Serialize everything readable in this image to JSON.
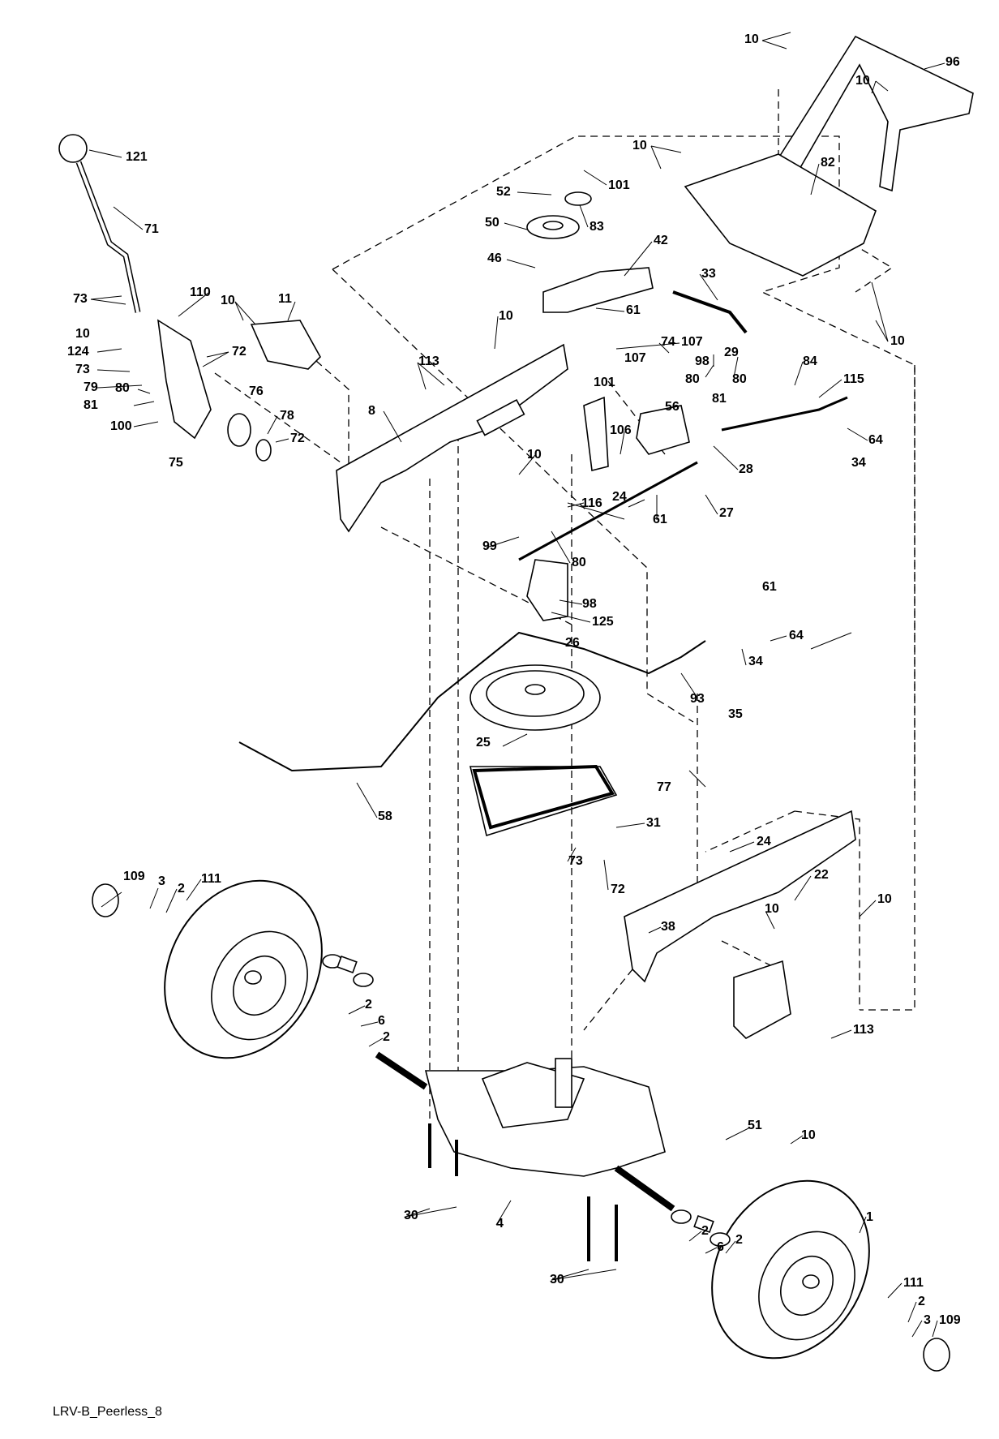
{
  "diagram_code": "LRV-B_Peerless_8",
  "callouts": [
    {
      "id": "c10a",
      "text": "10"
    },
    {
      "id": "c96",
      "text": "96"
    },
    {
      "id": "c10b",
      "text": "10"
    },
    {
      "id": "c121",
      "text": "121"
    },
    {
      "id": "c10c",
      "text": "10"
    },
    {
      "id": "c82",
      "text": "82"
    },
    {
      "id": "c101a",
      "text": "101"
    },
    {
      "id": "c52",
      "text": "52"
    },
    {
      "id": "c83",
      "text": "83"
    },
    {
      "id": "c50",
      "text": "50"
    },
    {
      "id": "c71",
      "text": "71"
    },
    {
      "id": "c46",
      "text": "46"
    },
    {
      "id": "c42",
      "text": "42"
    },
    {
      "id": "c33",
      "text": "33"
    },
    {
      "id": "c73a",
      "text": "73"
    },
    {
      "id": "c110",
      "text": "110"
    },
    {
      "id": "c10d",
      "text": "10"
    },
    {
      "id": "c11",
      "text": "11"
    },
    {
      "id": "c61a",
      "text": "61"
    },
    {
      "id": "c10e",
      "text": "10"
    },
    {
      "id": "c10f",
      "text": "10"
    },
    {
      "id": "c10g",
      "text": "10"
    },
    {
      "id": "c74",
      "text": "74"
    },
    {
      "id": "c107a",
      "text": "107"
    },
    {
      "id": "c124",
      "text": "124"
    },
    {
      "id": "c72a",
      "text": "72"
    },
    {
      "id": "c107b",
      "text": "107"
    },
    {
      "id": "c29",
      "text": "29"
    },
    {
      "id": "c113a",
      "text": "113"
    },
    {
      "id": "c98a",
      "text": "98"
    },
    {
      "id": "c84",
      "text": "84"
    },
    {
      "id": "c73b",
      "text": "73"
    },
    {
      "id": "c115",
      "text": "115"
    },
    {
      "id": "c80a",
      "text": "80"
    },
    {
      "id": "c101b",
      "text": "101"
    },
    {
      "id": "c80b",
      "text": "80"
    },
    {
      "id": "c80c",
      "text": "80"
    },
    {
      "id": "c79",
      "text": "79"
    },
    {
      "id": "c81a",
      "text": "81"
    },
    {
      "id": "c76",
      "text": "76"
    },
    {
      "id": "c81b",
      "text": "81"
    },
    {
      "id": "c56",
      "text": "56"
    },
    {
      "id": "c100",
      "text": "100"
    },
    {
      "id": "c78",
      "text": "78"
    },
    {
      "id": "c8",
      "text": "8"
    },
    {
      "id": "c106",
      "text": "106"
    },
    {
      "id": "c64a",
      "text": "64"
    },
    {
      "id": "c72b",
      "text": "72"
    },
    {
      "id": "c10h",
      "text": "10"
    },
    {
      "id": "c34a",
      "text": "34"
    },
    {
      "id": "c75",
      "text": "75"
    },
    {
      "id": "c28",
      "text": "28"
    },
    {
      "id": "c24a",
      "text": "24"
    },
    {
      "id": "c116",
      "text": "116"
    },
    {
      "id": "c61b",
      "text": "61"
    },
    {
      "id": "c27",
      "text": "27"
    },
    {
      "id": "c99",
      "text": "99"
    },
    {
      "id": "c80d",
      "text": "80"
    },
    {
      "id": "c98b",
      "text": "98"
    },
    {
      "id": "c125",
      "text": "125"
    },
    {
      "id": "c61c",
      "text": "61"
    },
    {
      "id": "c64b",
      "text": "64"
    },
    {
      "id": "c26",
      "text": "26"
    },
    {
      "id": "c34b",
      "text": "34"
    },
    {
      "id": "c93",
      "text": "93"
    },
    {
      "id": "c35",
      "text": "35"
    },
    {
      "id": "c25",
      "text": "25"
    },
    {
      "id": "c77",
      "text": "77"
    },
    {
      "id": "c58",
      "text": "58"
    },
    {
      "id": "c31",
      "text": "31"
    },
    {
      "id": "c73c",
      "text": "73"
    },
    {
      "id": "c72c",
      "text": "72"
    },
    {
      "id": "c24b",
      "text": "24"
    },
    {
      "id": "c109a",
      "text": "109"
    },
    {
      "id": "c3a",
      "text": "3"
    },
    {
      "id": "c2a",
      "text": "2"
    },
    {
      "id": "c111a",
      "text": "111"
    },
    {
      "id": "c22",
      "text": "22"
    },
    {
      "id": "c10i",
      "text": "10"
    },
    {
      "id": "c10j",
      "text": "10"
    },
    {
      "id": "c38",
      "text": "38"
    },
    {
      "id": "c113b",
      "text": "113"
    },
    {
      "id": "c2b",
      "text": "2"
    },
    {
      "id": "c6a",
      "text": "6"
    },
    {
      "id": "c2c",
      "text": "2"
    },
    {
      "id": "c51",
      "text": "51"
    },
    {
      "id": "c10k",
      "text": "10"
    },
    {
      "id": "c30a",
      "text": "30"
    },
    {
      "id": "c4",
      "text": "4"
    },
    {
      "id": "c1",
      "text": "1"
    },
    {
      "id": "c2d",
      "text": "2"
    },
    {
      "id": "c6b",
      "text": "6"
    },
    {
      "id": "c2e",
      "text": "2"
    },
    {
      "id": "c30b",
      "text": "30"
    },
    {
      "id": "c111b",
      "text": "111"
    },
    {
      "id": "c2f",
      "text": "2"
    },
    {
      "id": "c3b",
      "text": "3"
    },
    {
      "id": "c109b",
      "text": "109"
    }
  ]
}
